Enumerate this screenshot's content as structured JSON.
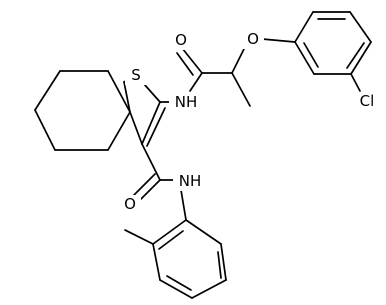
{
  "atoms": {
    "sulfur": "S",
    "oxygen_amide_upper": "O",
    "oxygen_ether": "O",
    "chlorine": "Cl",
    "nh_upper": "NH",
    "oxygen_amide_lower": "O",
    "nh_lower": "NH"
  },
  "colors": {
    "bond": "#000000",
    "label": "#000000",
    "background": "#ffffff"
  }
}
